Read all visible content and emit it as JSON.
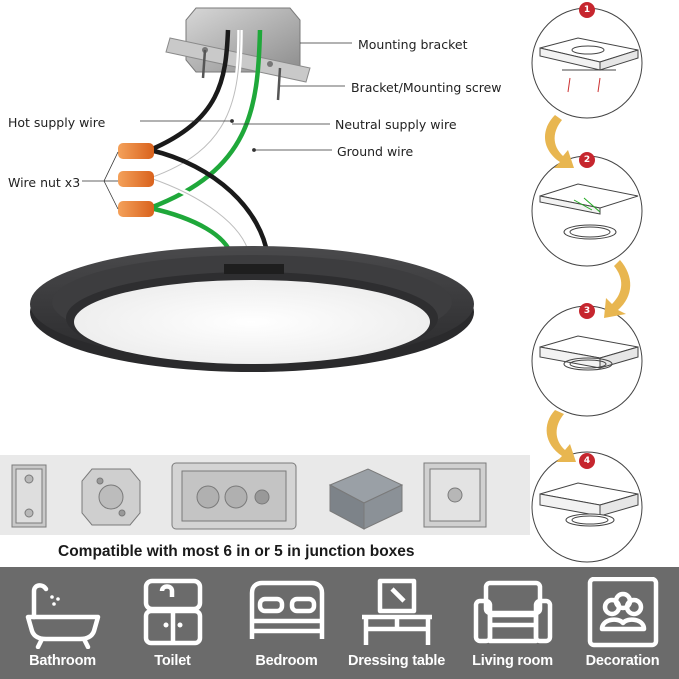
{
  "callouts": {
    "mounting_bracket": "Mounting bracket",
    "bracket_screw": "Bracket/Mounting screw",
    "hot_wire": "Hot supply wire",
    "neutral_wire": "Neutral supply wire",
    "ground_wire": "Ground wire",
    "wire_nut": "Wire nut x3"
  },
  "steps": [
    "1",
    "2",
    "3",
    "4"
  ],
  "compat_caption": "Compatible with most 6 in or 5 in junction boxes",
  "rooms": [
    {
      "label": "Bathroom",
      "icon": "bathtub-icon"
    },
    {
      "label": "Toilet",
      "icon": "toilet-icon"
    },
    {
      "label": "Bedroom",
      "icon": "bed-icon"
    },
    {
      "label": "Dressing table",
      "icon": "dressing-table-icon"
    },
    {
      "label": "Living room",
      "icon": "sofa-icon"
    },
    {
      "label": "Decoration",
      "icon": "decoration-icon"
    }
  ],
  "colors": {
    "step_badge": "#c6262e",
    "arrow": "#e8b650",
    "wire_nut": "#e8772e",
    "ground": "#1fa83a",
    "fixture": "#3b3b3d",
    "banner": "#6b6b6b"
  }
}
